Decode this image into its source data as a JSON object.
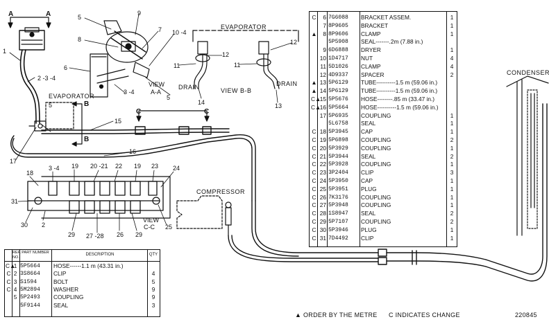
{
  "labels": {
    "view_label_a": "A",
    "view_label_a2": "A",
    "b_upper": "B",
    "b_lower": "B",
    "c_left": "C",
    "c_right": "C",
    "n1": "1",
    "n2": "2 -3 -4",
    "n3": "3 -4",
    "n5a": "5",
    "n5b": "5",
    "n5c": "5",
    "n6": "6",
    "n7": "7",
    "n8": "8",
    "n9": "9",
    "n10": "10 -4",
    "n11a": "11",
    "n11b": "11",
    "n12a": "12",
    "n12b": "12",
    "n13": "13",
    "n14": "14",
    "n15": "15",
    "n16": "16",
    "n17": "17",
    "n18": "18",
    "n19a": "19",
    "n19b": "19",
    "n20": "20 -21",
    "n22": "22",
    "n23": "23",
    "n24": "24",
    "n25": "25",
    "n26": "26",
    "n27": "27 -28",
    "n29a": "29",
    "n29b": "29",
    "n30": "30",
    "n31": "31",
    "n34": "3 -4",
    "n2b": "2",
    "view_aa_1": "VIEW",
    "view_aa_2": "A-A",
    "view_bb": "VIEW B-B",
    "view_cc_1": "VIEW",
    "view_cc_2": "C-C",
    "evaporator_top": "EVAPORATOR",
    "evaporator_left": "EVAPORATOR",
    "drain_left": "DRAIN",
    "drain_right": "DRAIN",
    "condenser": "CONDENSER",
    "compressor": "COMPRESSOR"
  },
  "parts_table": {
    "rows": [
      {
        "c": "C",
        "ref": "6",
        "pn": "7G6088",
        "desc": "BRACKET ASSEM.",
        "qty": "1"
      },
      {
        "c": "",
        "ref": "7",
        "pn": "8P9605",
        "desc": "BRACKET",
        "qty": "1"
      },
      {
        "c": "▲",
        "ref": "8",
        "pn": "8P9606",
        "desc": "CLAMP",
        "qty": "1"
      },
      {
        "c": "",
        "ref": "",
        "pn": "5P5908",
        "desc": "SEAL-------.2m (7.88 in.)",
        "qty": ""
      },
      {
        "c": "",
        "ref": "9",
        "pn": "6D6888",
        "desc": "DRYER",
        "qty": "1"
      },
      {
        "c": "",
        "ref": "10",
        "pn": "1D4717",
        "desc": "NUT",
        "qty": "4"
      },
      {
        "c": "",
        "ref": "11",
        "pn": "5D1026",
        "desc": "CLAMP",
        "qty": "4"
      },
      {
        "c": "",
        "ref": "12",
        "pn": "4D9337",
        "desc": "SPACER",
        "qty": "2"
      },
      {
        "c": "▲",
        "ref": "13",
        "pn": "5P6129",
        "desc": "TUBE----------1.5 m (59.06 in.)",
        "qty": ""
      },
      {
        "c": "▲",
        "ref": "14",
        "pn": "5P6129",
        "desc": "TUBE----------1.5 m (59.06 in.)",
        "qty": ""
      },
      {
        "c": "C▲",
        "ref": "15",
        "pn": "5P5676",
        "desc": "HOSE--------.85 m (33.47 in.)",
        "qty": ""
      },
      {
        "c": "C▲",
        "ref": "16",
        "pn": "5P5664",
        "desc": "HOSE----------1.5 m (59.06 in.)",
        "qty": ""
      },
      {
        "c": "",
        "ref": "17",
        "pn": "5P6935",
        "desc": "COUPLING",
        "qty": "1"
      },
      {
        "c": "",
        "ref": "",
        "pn": "5L6758",
        "desc": "SEAL",
        "qty": "1"
      },
      {
        "c": "C",
        "ref": "18",
        "pn": "5P3945",
        "desc": "CAP",
        "qty": "1"
      },
      {
        "c": "C",
        "ref": "19",
        "pn": "5P6898",
        "desc": "COUPLING",
        "qty": "2"
      },
      {
        "c": "C",
        "ref": "20",
        "pn": "5P3929",
        "desc": "COUPLING",
        "qty": "1"
      },
      {
        "c": "C",
        "ref": "21",
        "pn": "5P3944",
        "desc": "SEAL",
        "qty": "2"
      },
      {
        "c": "C",
        "ref": "22",
        "pn": "5P3928",
        "desc": "COUPLING",
        "qty": "1"
      },
      {
        "c": "C",
        "ref": "23",
        "pn": "3P2404",
        "desc": "CLIP",
        "qty": "3"
      },
      {
        "c": "C",
        "ref": "24",
        "pn": "5P3950",
        "desc": "CAP",
        "qty": "1"
      },
      {
        "c": "C",
        "ref": "25",
        "pn": "5P3951",
        "desc": "PLUG",
        "qty": "1"
      },
      {
        "c": "C",
        "ref": "26",
        "pn": "7K3176",
        "desc": "COUPLING",
        "qty": "1"
      },
      {
        "c": "C",
        "ref": "27",
        "pn": "5P3948",
        "desc": "COUPLING",
        "qty": "1"
      },
      {
        "c": "C",
        "ref": "28",
        "pn": "1S8947",
        "desc": "SEAL",
        "qty": "2"
      },
      {
        "c": "C",
        "ref": "29",
        "pn": "5P7107",
        "desc": "COUPLING",
        "qty": "2"
      },
      {
        "c": "C",
        "ref": "30",
        "pn": "5P3946",
        "desc": "PLUG",
        "qty": "1"
      },
      {
        "c": "C",
        "ref": "31",
        "pn": "7D4492",
        "desc": "CLIP",
        "qty": "1"
      }
    ]
  },
  "small_table": {
    "hdr_ref": "REF. NO.",
    "hdr_pn": "PART NUMBER",
    "hdr_desc": "DESCRIPTION",
    "hdr_qty": "QTY",
    "rows": [
      {
        "c": "C▲",
        "ref": "1",
        "pn": "5P5664",
        "desc": "HOSE------1.1 m (43.31 in.)",
        "qty": ""
      },
      {
        "c": "C",
        "ref": "2",
        "pn": "3S8664",
        "desc": "CLIP",
        "qty": "4"
      },
      {
        "c": "C",
        "ref": "3",
        "pn": "S1594",
        "desc": "BOLT",
        "qty": "5"
      },
      {
        "c": "C",
        "ref": "4",
        "pn": "5M2894",
        "desc": "WASHER",
        "qty": "9"
      },
      {
        "c": "",
        "ref": "5",
        "pn": "5P2493",
        "desc": "COUPLING",
        "qty": "9"
      },
      {
        "c": "",
        "ref": "",
        "pn": "5F9144",
        "desc": "SEAL",
        "qty": "3"
      }
    ]
  },
  "footer": {
    "order_note": "▲ ORDER BY THE METRE",
    "change_note": "C INDICATES CHANGE",
    "drawing_no": "220845"
  }
}
